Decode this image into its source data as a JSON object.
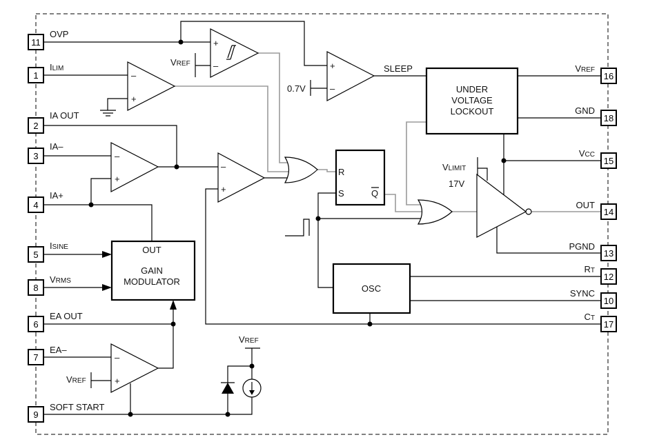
{
  "pins_left": [
    {
      "number": "11",
      "label": "OVP"
    },
    {
      "number": "1",
      "label": "I",
      "sub": "LIM"
    },
    {
      "number": "2",
      "label": "IA OUT"
    },
    {
      "number": "3",
      "label": "IA–"
    },
    {
      "number": "4",
      "label": "IA+"
    },
    {
      "number": "5",
      "label": "I",
      "sub": "SINE"
    },
    {
      "number": "8",
      "label": "V",
      "sub": "RMS"
    },
    {
      "number": "6",
      "label": "EA OUT"
    },
    {
      "number": "7",
      "label": "EA–"
    },
    {
      "number": "9",
      "label": "SOFT START"
    }
  ],
  "pins_right": [
    {
      "number": "16",
      "label": "V",
      "sub": "REF"
    },
    {
      "number": "18",
      "label": "GND"
    },
    {
      "number": "15",
      "label": "V",
      "sub": "CC"
    },
    {
      "number": "14",
      "label": "OUT"
    },
    {
      "number": "13",
      "label": "PGND"
    },
    {
      "number": "12",
      "label": "R",
      "sub": "T"
    },
    {
      "number": "10",
      "label": "SYNC"
    },
    {
      "number": "17",
      "label": "C",
      "sub": "T"
    }
  ],
  "blocks": {
    "uvlo": [
      "UNDER",
      "VOLTAGE",
      "LOCKOUT"
    ],
    "gain_mod_out": "OUT",
    "gain_mod": [
      "GAIN",
      "MODULATOR"
    ],
    "osc": "OSC",
    "latch": {
      "r": "R",
      "s": "S",
      "qbar": "Q"
    }
  },
  "signals": {
    "sleep": "SLEEP",
    "v07": "0.7V",
    "vref": {
      "main": "V",
      "sub": "REF"
    },
    "vlimit": {
      "main": "V",
      "sub": "LIMIT"
    },
    "v17": "17V",
    "plus": "+",
    "minus": "–"
  }
}
